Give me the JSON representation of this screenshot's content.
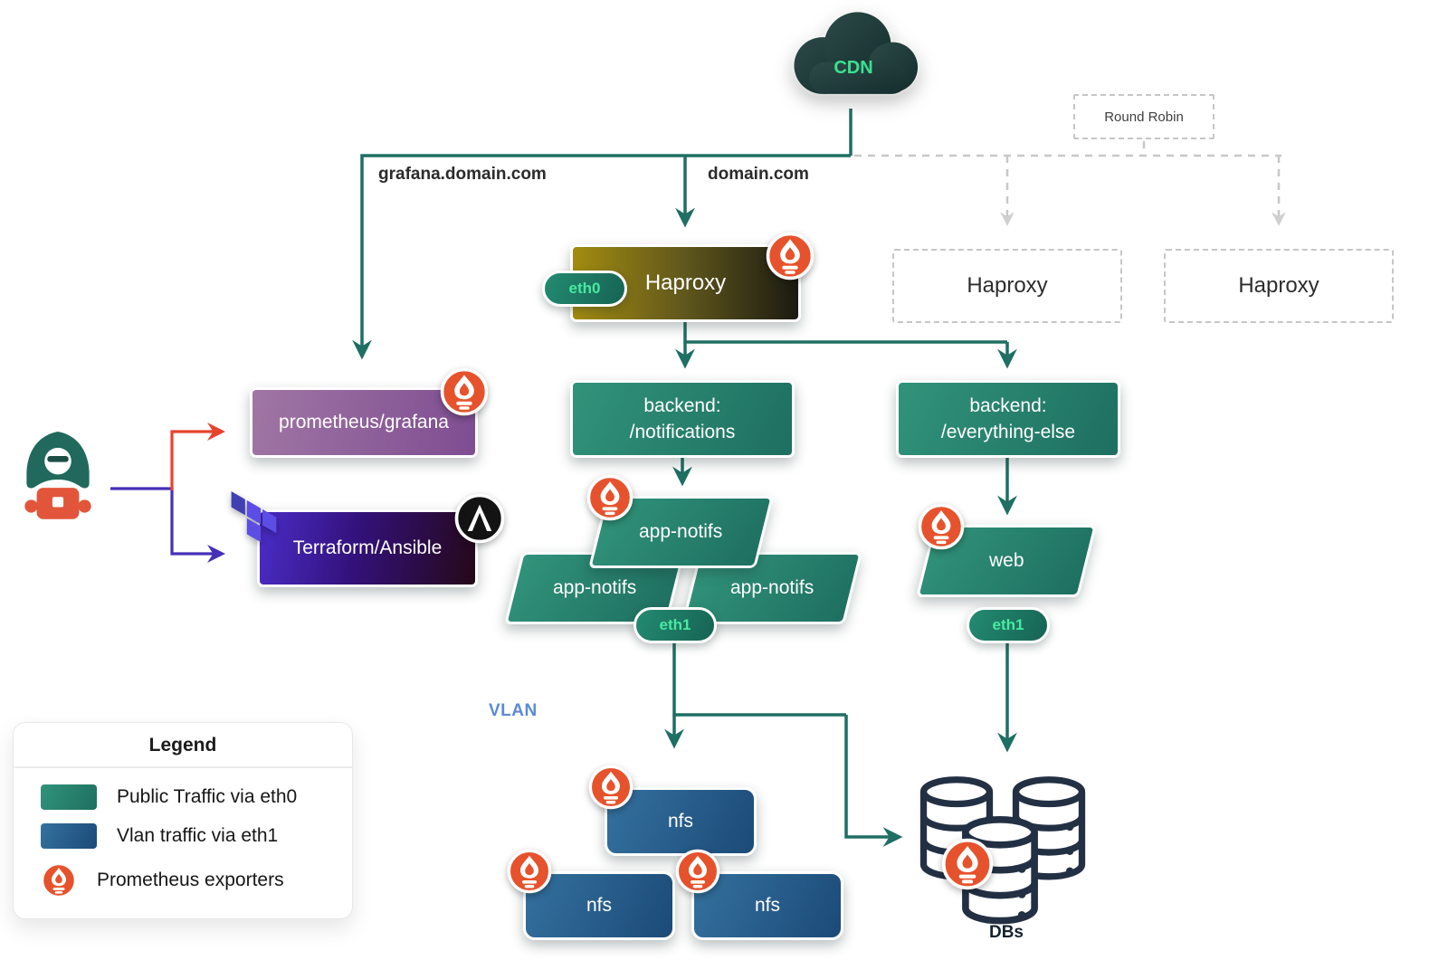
{
  "diagram": {
    "cdn": "CDN",
    "round_robin": "Round Robin",
    "edge_labels": {
      "grafana_domain": "grafana.domain.com",
      "domain": "domain.com",
      "vlan": "VLAN"
    },
    "haproxy": {
      "label": "Haproxy",
      "eth0": "eth0"
    },
    "haproxy_standby_1": "Haproxy",
    "haproxy_standby_2": "Haproxy",
    "prometheus_grafana": "prometheus/grafana",
    "terraform_ansible": "Terraform/Ansible",
    "backend_notifications": {
      "line1": "backend:",
      "line2": "/notifications"
    },
    "backend_everything_else": {
      "line1": "backend:",
      "line2": "/everything-else"
    },
    "app_notifs": "app-notifs",
    "web": "web",
    "eth1": "eth1",
    "nfs": "nfs",
    "dbs": "DBs"
  },
  "legend": {
    "title": "Legend",
    "items": [
      {
        "label": "Public Traffic via eth0",
        "swatch": "teal"
      },
      {
        "label": "Vlan traffic via eth1",
        "swatch": "blue"
      },
      {
        "label": "Prometheus exporters",
        "swatch": "prometheus-icon"
      }
    ]
  },
  "icons": {
    "cdn-cloud-icon": "dark teal cloud",
    "prometheus-icon": "white torch flame in orange circle",
    "terraform-icon": "purple stacked rhombi",
    "ansible-icon": "white letter A in black circle",
    "hacker-icon": "hooded figure with laptop",
    "database-icon": "stacked white cylinders"
  },
  "colors": {
    "public_traffic_teal": "#1f6f63",
    "vlan_blue": "#2d6294",
    "prometheus_orange": "#e6522c",
    "attacker_red": "#e8432d",
    "provision_purple": "#4630b8",
    "haproxy_gold": "#a38c10",
    "vlan_label_blue": "#5b8ad6",
    "eth_green": "#49e9a0"
  }
}
